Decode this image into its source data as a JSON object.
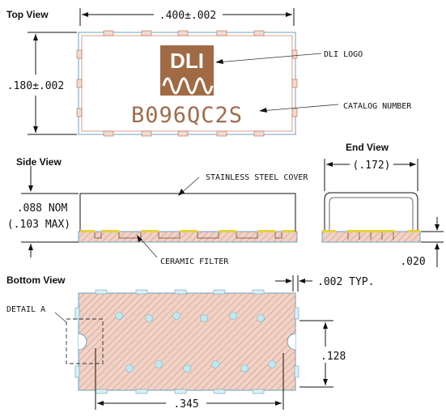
{
  "views": {
    "top": "Top View",
    "side": "Side View",
    "end": "End View",
    "bottom": "Bottom View"
  },
  "dimensions": {
    "top_width": ".400±.002",
    "top_height": ".180±.002",
    "side_height_nom": ".088 NOM",
    "side_height_max": "(.103 MAX)",
    "end_width": "(.172)",
    "end_thickness": ".020",
    "typ": ".002 TYP.",
    "bottom_height": ".128",
    "bottom_width": ".345"
  },
  "callouts": {
    "logo": "DLI LOGO",
    "catalog": "CATALOG NUMBER",
    "cover": "STAINLESS STEEL COVER",
    "filter": "CERAMIC FILTER",
    "detail": "DETAIL A"
  },
  "logo_text": "DLI",
  "catalog_number": "B096QC2S",
  "colors": {
    "logo_bg": "#a06a45",
    "ceramic": "#f0d2c6",
    "hatch": "#c88a72",
    "edge": "#6fa0c0",
    "pad_yellow": "#e6d23a",
    "via": "#bfe8f0"
  }
}
